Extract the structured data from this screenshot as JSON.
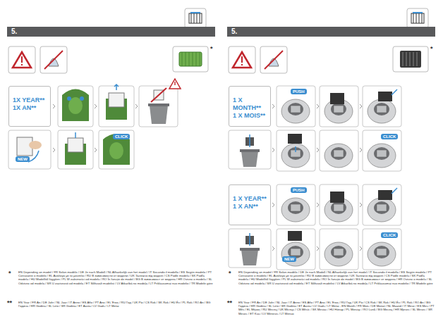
{
  "diagram": {
    "nodes": [
      {
        "text": [
          "5."
        ]
      },
      {
        "text": [
          "5."
        ]
      },
      {
        "text": [
          "1X YEAR**",
          "1X AN**"
        ]
      },
      {
        "text": [
          "1 X MONTH**",
          "1 X MOIS**"
        ]
      },
      {
        "text": [
          "1 X YEAR**",
          "1 X AN**"
        ]
      }
    ],
    "labels": [
      "*",
      "NEW",
      "CLICK",
      "*",
      "EN Depending on model / FR Selon modèle / DE Je nach Modell / NL Afhankelijk van het model / IT Secondo il modello / ES Según modelo / PT Consoante o modelo / EL Ανάλογα με το μοντέλο / RU В зависимости от модели / UK Залежно від моделі / CS Podle modelu / SK Podľa modelu / HU Modelltől függően / PL W zależności od modelu / RO În funcție de model / BG В зависимост от модела / HR Ovisno o modelu / SL Odvisno od modela / SR U zavisnosti od modela / ET Sõltuvalt mudelist / LV Atkarībā no modeļa / LT Priklausomai nuo modelio / TR Modele göre",
      "**",
      "EN Year / FR An / DE Jahr / NL Jaar / IT Anno / ES Año / PT Ano / EL Έτος / RU Год / UK Рік / CS Rok / SK Rok / HU Év / PL Rok / RO An / BG Година / HR Godina / SL Leto / SR Godina / ET Aasta / LV Gads / LT Metai",
      "*",
      "PUSH",
      "CLICK",
      "PUSH",
      "NEW",
      "CLICK",
      "*",
      "EN Depending on model / FR Selon modèle / DE Je nach Modell / NL Afhankelijk van het model / IT Secondo il modello / ES Según modelo / PT Consoante o modelo / EL Ανάλογα με το μοντέλο / RU В зависимости от модели / UK Залежно від моделі / CS Podle modelu / SK Podľa modelu / HU Modelltől függően / PL W zależności od modelu / RO În funcție de model / BG В зависимост от модела / HR Ovisno o modelu / SL Odvisno od modela / SR U zavisnosti od modela / ET Sõltuvalt mudelist / LV Atkarībā no modeļa / LT Priklausomai nuo modelio / TR Modele göre",
      "**",
      "EN Year / FR An / DE Jahr / NL Jaar / IT Anno / ES Año / PT Ano / EL Έτος / RU Год / UK Рік / CS Rok / SK Rok / HU Év / PL Rok / RO An / BG Година / HR Godina / SL Leto / SR Godina / ET Aasta / LV Gads / LT Metai - EN Month / FR Mois / DE Monat / NL Maand / IT Mese / ES Mes / PT Mês / EL Μήνας / RU Месяц / UK Місяць / CS Měsíc / SK Mesiac / HU Hónap / PL Miesiąc / RO Lună / BG Месец / HR Mjesec / SL Mesec / SR Mesec / ET Kuu / LV Mēnesis / LT Mėnuo"
    ]
  }
}
